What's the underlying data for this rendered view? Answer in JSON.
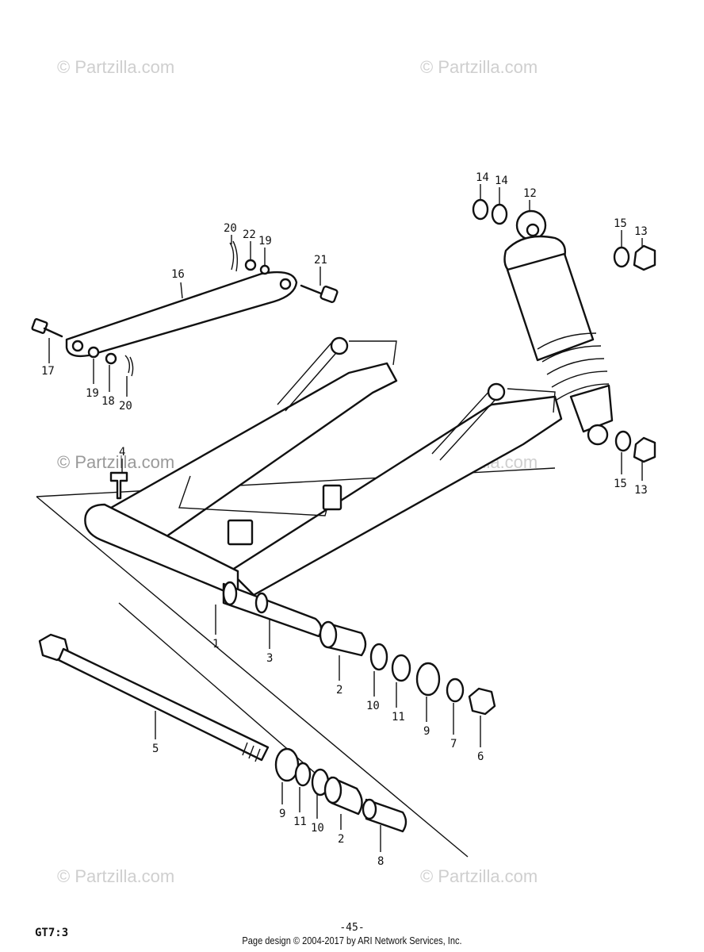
{
  "watermarks": [
    "© Partzilla.com",
    "© Partzilla.com",
    "© Partzilla.com",
    "© Partzilla.com",
    "© Partzilla.com",
    "© Partzilla.com"
  ],
  "callouts": {
    "c1": "1",
    "c2a": "2",
    "c2b": "2",
    "c3": "3",
    "c4": "4",
    "c5": "5",
    "c6": "6",
    "c7": "7",
    "c8": "8",
    "c9a": "9",
    "c9b": "9",
    "c10a": "10",
    "c10b": "10",
    "c11a": "11",
    "c11b": "11",
    "c12": "12",
    "c13a": "13",
    "c13b": "13",
    "c14a": "14",
    "c14b": "14",
    "c15a": "15",
    "c15b": "15",
    "c16": "16",
    "c17": "17",
    "c18": "18",
    "c19a": "19",
    "c19b": "19",
    "c20a": "20",
    "c20b": "20",
    "c21": "21",
    "c22": "22"
  },
  "footer": {
    "model_code": "GT7:3",
    "page_number": "-45-",
    "copyright": "Page design © 2004-2017 by ARI Network Services, Inc."
  }
}
